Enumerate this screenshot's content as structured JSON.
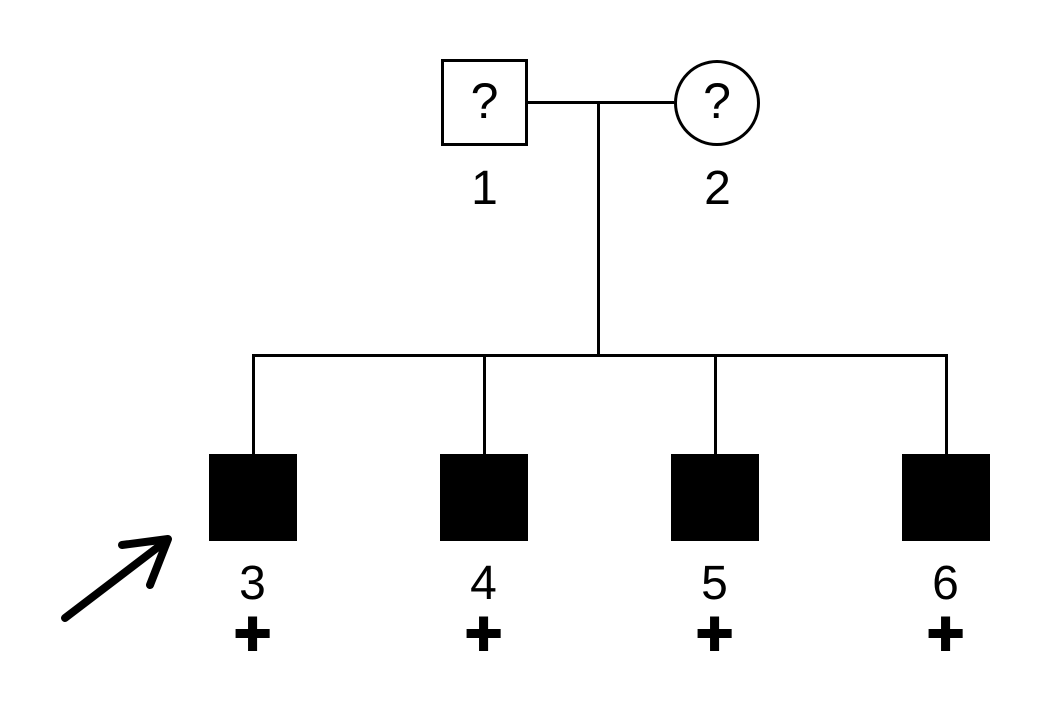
{
  "diagram": {
    "kind": "genetics-pedigree",
    "background_color": "#ffffff",
    "line_color": "#000000",
    "generations": 2,
    "proband": "3"
  },
  "pedigree": {
    "couple": {
      "father": {
        "label": "1",
        "symbol_text": "?",
        "sex": "male",
        "shape": "square",
        "filled": false,
        "phenotype": "unknown"
      },
      "mother": {
        "label": "2",
        "symbol_text": "?",
        "sex": "female",
        "shape": "circle",
        "filled": false,
        "phenotype": "unknown"
      }
    },
    "children": [
      {
        "label": "3",
        "marker": "+",
        "sex": "male",
        "shape": "square",
        "filled": true,
        "affected": true,
        "proband": true
      },
      {
        "label": "4",
        "marker": "+",
        "sex": "male",
        "shape": "square",
        "filled": true,
        "affected": true,
        "proband": false
      },
      {
        "label": "5",
        "marker": "+",
        "sex": "male",
        "shape": "square",
        "filled": true,
        "affected": true,
        "proband": false
      },
      {
        "label": "6",
        "marker": "+",
        "sex": "male",
        "shape": "square",
        "filled": true,
        "affected": true,
        "proband": false
      }
    ],
    "icons": {
      "proband_arrow": "arrow-up-right"
    }
  }
}
